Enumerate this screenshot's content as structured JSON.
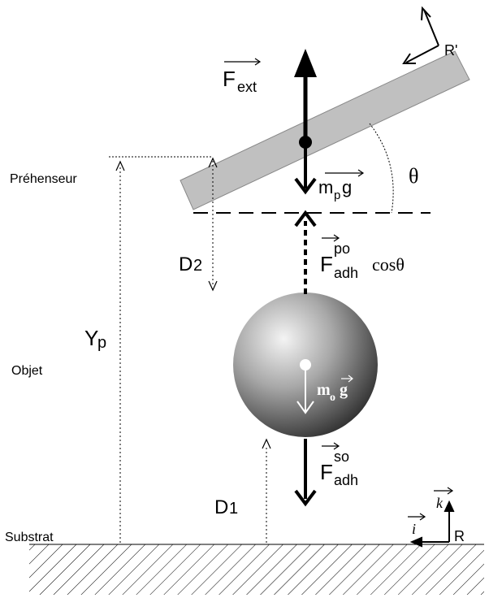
{
  "labels": {
    "prehenseur": "Préhenseur",
    "objet": "Objet",
    "substrat": "Substrat"
  },
  "forces": {
    "fext_main": "F",
    "fext_sub": "ext",
    "mpg_main": "m",
    "mpg_sub": "p",
    "mpg_g": "g",
    "fadh_po_main": "F",
    "fadh_po_sub": "adh",
    "fadh_po_sup": "po",
    "fadh_po_cos": "cosθ",
    "mog_main": "m",
    "mog_sub": "o",
    "mog_g": "g",
    "fadh_so_main": "F",
    "fadh_so_sub": "adh",
    "fadh_so_sup": "so"
  },
  "dims": {
    "d2_main": "D",
    "d2_sub": "2",
    "d1_main": "D",
    "d1_sub": "1",
    "yp_main": "Y",
    "yp_sub": "p",
    "theta": "θ"
  },
  "frames": {
    "r_prime": "R'",
    "r": "R",
    "k": "k",
    "i": "i"
  },
  "colors": {
    "gripper": "#c0c0c0",
    "sphere_light": "#f2f2f2",
    "sphere_dark": "#3a3a3a",
    "ink": "#000000"
  }
}
